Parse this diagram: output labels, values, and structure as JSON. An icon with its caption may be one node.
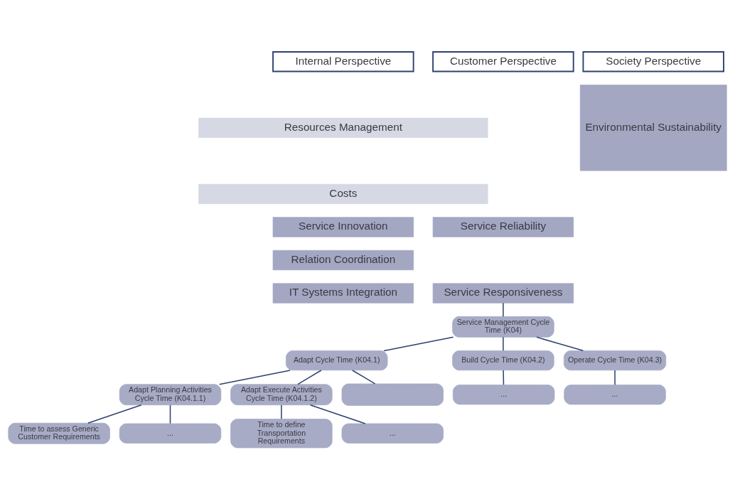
{
  "diagram": {
    "nodes": [
      {
        "text": [
          "Internal Perspective"
        ]
      },
      {
        "text": [
          "Customer Perspective"
        ]
      },
      {
        "text": [
          "Society Perspective"
        ]
      },
      {
        "text": [
          "Resources Management"
        ]
      },
      {
        "text": [
          "Costs"
        ]
      },
      {
        "text": [
          "Service Innovation"
        ]
      },
      {
        "text": [
          "Relation Coordination"
        ]
      },
      {
        "text": [
          "IT Systems Integration"
        ]
      },
      {
        "text": [
          "Service Reliability"
        ]
      },
      {
        "text": [
          "Service Responsiveness"
        ]
      },
      {
        "text": [
          "Environmental Sustainability"
        ]
      },
      {
        "text": [
          "Service Management Cycle Time (K04)"
        ]
      },
      {
        "text": [
          "Adapt Cycle Time (K04.1)"
        ]
      },
      {
        "text": [
          "Build Cycle Time (K04.2)"
        ]
      },
      {
        "text": [
          "Operate Cycle Time (K04.3)"
        ]
      },
      {
        "text": [
          "Adapt Planning Activities Cycle Time (K04.1.1)"
        ]
      },
      {
        "text": [
          "..."
        ]
      },
      {
        "text": [
          "..."
        ]
      },
      {
        "text": [
          "Time to assess Generic Customer Requirements"
        ]
      },
      {
        "text": [
          "..."
        ]
      },
      {
        "text": [
          "Adapt Execute Activities Cycle Time (K04.1.2)"
        ]
      },
      {
        "text": [
          "Time to define Transportation Requirements"
        ]
      },
      {
        "text": [
          "..."
        ]
      },
      {
        "text": [],
        "shape": "box"
      }
    ],
    "edges": [
      {
        "from": 9,
        "to": 11,
        "arrow": "none"
      },
      {
        "from": 11,
        "to": 12,
        "arrow": "none"
      },
      {
        "from": 11,
        "to": 13,
        "arrow": "none"
      },
      {
        "from": 11,
        "to": 14,
        "arrow": "none"
      },
      {
        "from": 12,
        "to": 15,
        "arrow": "none"
      },
      {
        "from": 13,
        "to": 16,
        "arrow": "none"
      },
      {
        "from": 14,
        "to": 17,
        "arrow": "none"
      },
      {
        "from": 15,
        "to": 18,
        "arrow": "none"
      },
      {
        "from": 15,
        "to": 19,
        "arrow": "none"
      },
      {
        "from": 12,
        "to": 20,
        "arrow": "none"
      },
      {
        "from": 20,
        "to": 21,
        "arrow": "none"
      },
      {
        "from": 20,
        "to": 22,
        "arrow": "none"
      },
      {
        "from": 12,
        "to": 23,
        "arrow": "none"
      }
    ]
  }
}
